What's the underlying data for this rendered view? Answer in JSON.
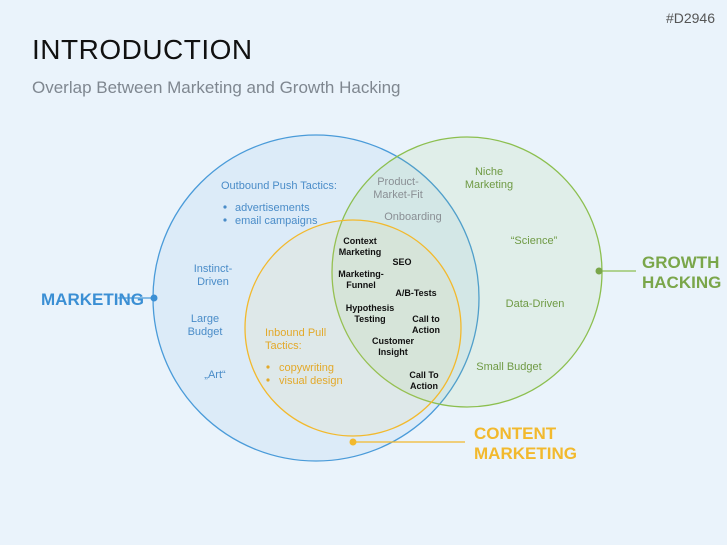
{
  "slide_id": "#D2946",
  "title": "INTRODUCTION",
  "subtitle": "Overlap Between Marketing and Growth Hacking",
  "colors": {
    "marketing": "#3b8fd4",
    "growth": "#7aa64a",
    "content": "#f2b92d",
    "grey_text": "#8a8f94"
  },
  "labels": {
    "marketing": "MARKETING",
    "growth_line1": "GROWTH",
    "growth_line2": "HACKING",
    "content_line1": "CONTENT",
    "content_line2": "MARKETING"
  },
  "marketing_circle": {
    "outbound_title": "Outbound Push Tactics:",
    "outbound_items": [
      "advertisements",
      "email campaigns"
    ],
    "instinct_line1": "Instinct-",
    "instinct_line2": "Driven",
    "budget_line1": "Large",
    "budget_line2": "Budget",
    "art": "„Art“"
  },
  "growth_circle": {
    "niche_line1": "Niche",
    "niche_line2": "Marketing",
    "science": "“Science”",
    "data_driven": "Data-Driven",
    "small_budget": "Small Budget"
  },
  "overlap": {
    "pmf_line1": "Product-",
    "pmf_line2": "Market-Fit",
    "onboarding": "Onboarding"
  },
  "content_circle": {
    "inbound_line1": "Inbound Pull",
    "inbound_line2": "Tactics:",
    "inbound_items": [
      "copywriting",
      "visual design"
    ]
  },
  "center": {
    "context_line1": "Context",
    "context_line2": "Marketing",
    "seo": "SEO",
    "funnel_line1": "Marketing-",
    "funnel_line2": "Funnel",
    "ab_tests": "A/B-Tests",
    "hypothesis_line1": "Hypothesis",
    "hypothesis_line2": "Testing",
    "cta1_line1": "Call to",
    "cta1_line2": "Action",
    "insight_line1": "Customer",
    "insight_line2": "Insight",
    "cta2_line1": "Call To",
    "cta2_line2": "Action"
  }
}
